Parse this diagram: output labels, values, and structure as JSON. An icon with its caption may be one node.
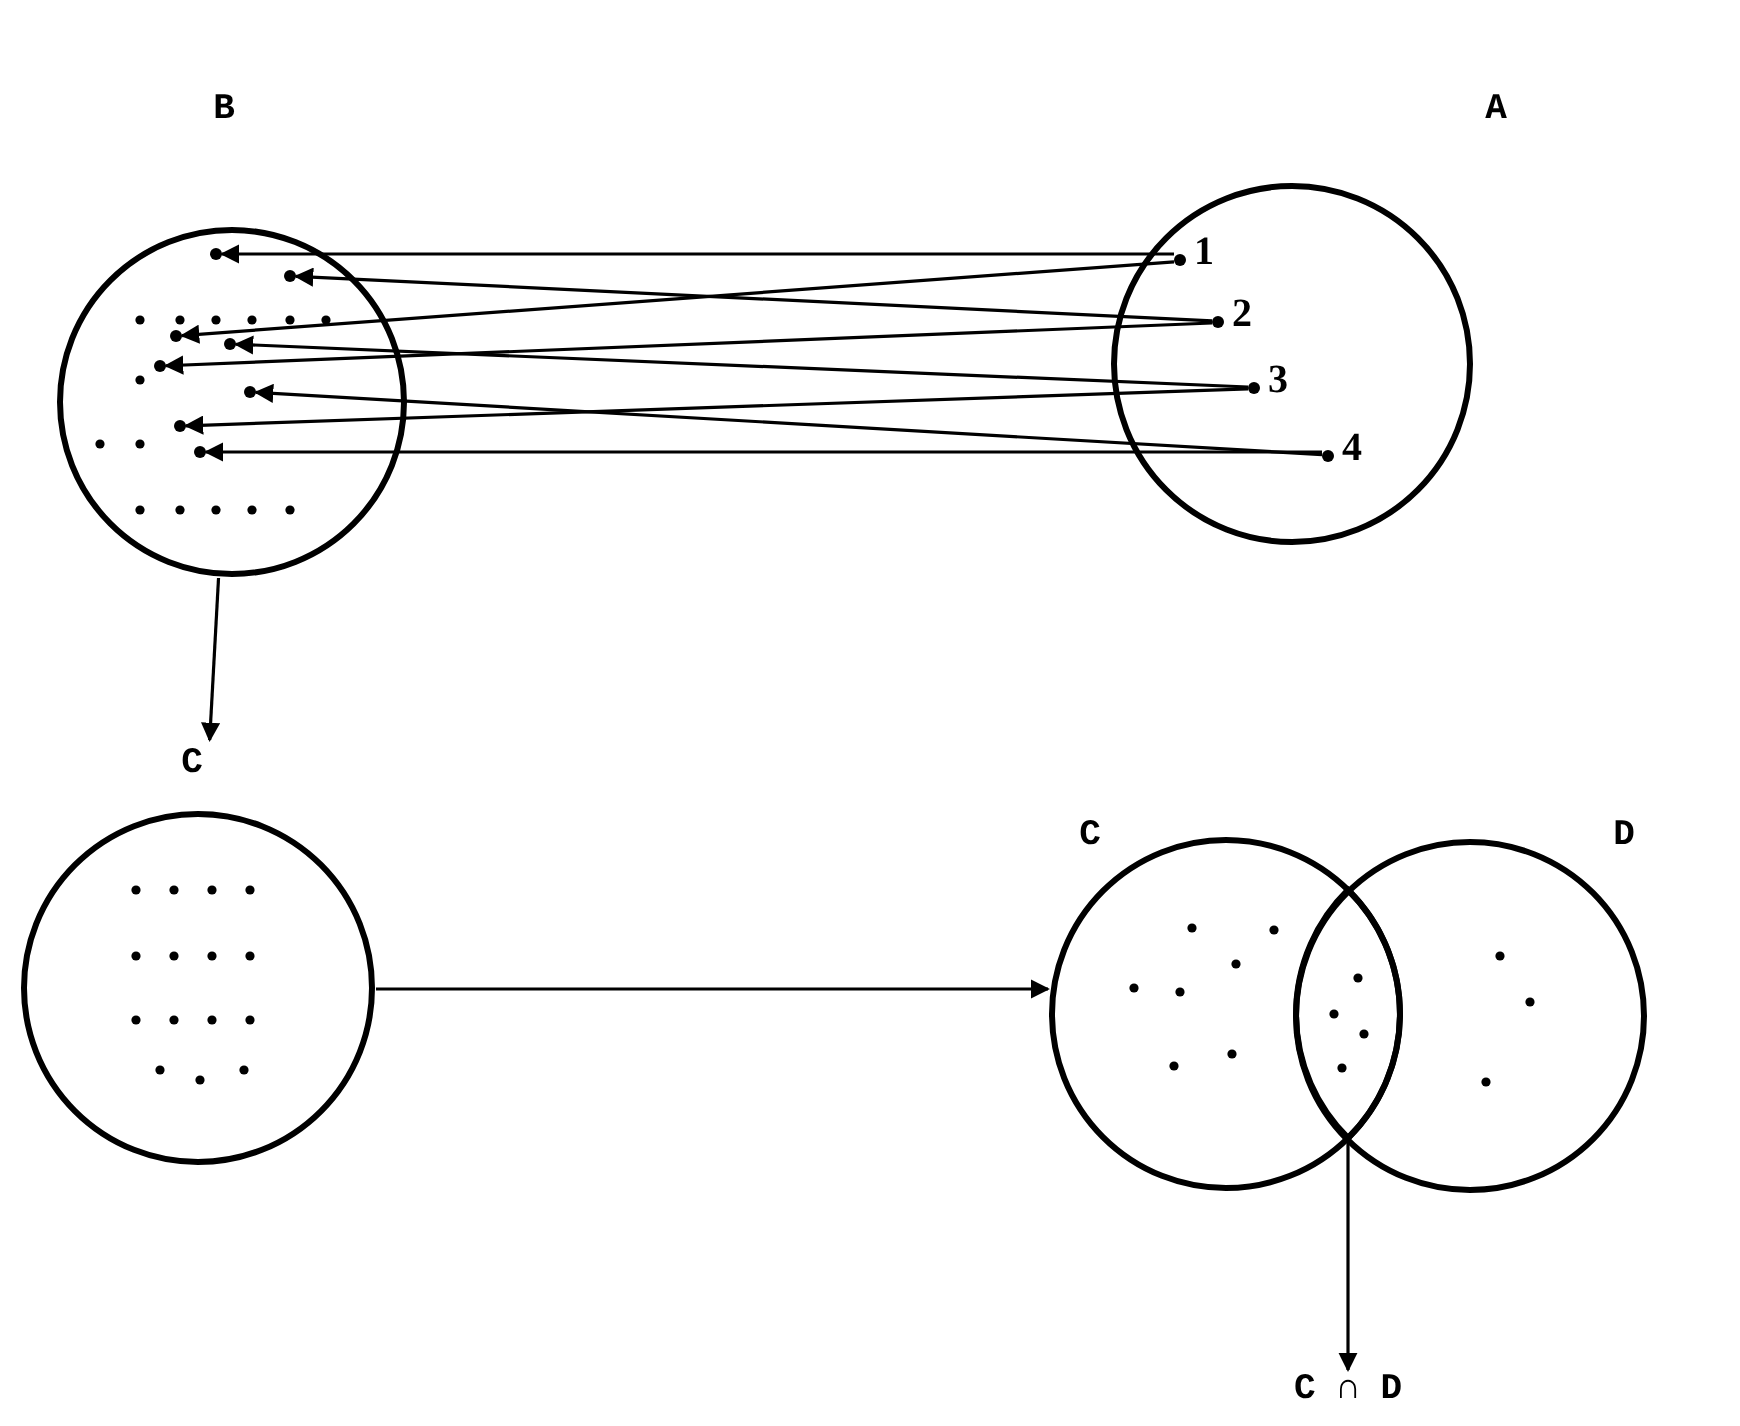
{
  "diagram": {
    "nodes": [
      {
        "text": [
          "B"
        ]
      },
      {
        "text": [],
        "shape": "circle",
        "in": 0
      },
      {
        "text": [],
        "shape": "circle",
        "in": 0
      },
      {
        "text": [],
        "shape": "circle",
        "in": 0
      },
      {
        "text": [],
        "shape": "circle",
        "in": 0
      },
      {
        "text": [],
        "shape": "circle",
        "in": 0
      },
      {
        "text": [],
        "shape": "circle",
        "in": 0
      },
      {
        "text": [],
        "shape": "circle",
        "in": 0
      },
      {
        "text": [],
        "shape": "circle",
        "in": 0
      },
      {
        "text": [
          "A"
        ]
      },
      {
        "text": [
          "1"
        ],
        "in": 9
      },
      {
        "text": [
          "2"
        ],
        "in": 9
      },
      {
        "text": [
          "3"
        ],
        "in": 9
      },
      {
        "text": [
          "4"
        ],
        "in": 9
      },
      {
        "text": [
          "C"
        ]
      },
      {
        "text": [
          "C"
        ]
      },
      {
        "text": [
          "D"
        ]
      },
      {
        "text": [],
        "shape": "lens"
      },
      {
        "text": [
          "C ∩ D"
        ]
      }
    ],
    "edges": [
      {
        "from": 10,
        "to": 1,
        "arrow": "to"
      },
      {
        "from": 10,
        "to": 3,
        "arrow": "to"
      },
      {
        "from": 11,
        "to": 2,
        "arrow": "to"
      },
      {
        "from": 11,
        "to": 5,
        "arrow": "to"
      },
      {
        "from": 12,
        "to": 4,
        "arrow": "to"
      },
      {
        "from": 12,
        "to": 7,
        "arrow": "to"
      },
      {
        "from": 13,
        "to": 6,
        "arrow": "to"
      },
      {
        "from": 13,
        "to": 8,
        "arrow": "to"
      },
      {
        "from": 0,
        "to": 14,
        "arrow": "to"
      },
      {
        "from": 14,
        "to": 15,
        "arrow": "to"
      },
      {
        "from": 17,
        "to": 18,
        "arrow": "to"
      }
    ]
  }
}
